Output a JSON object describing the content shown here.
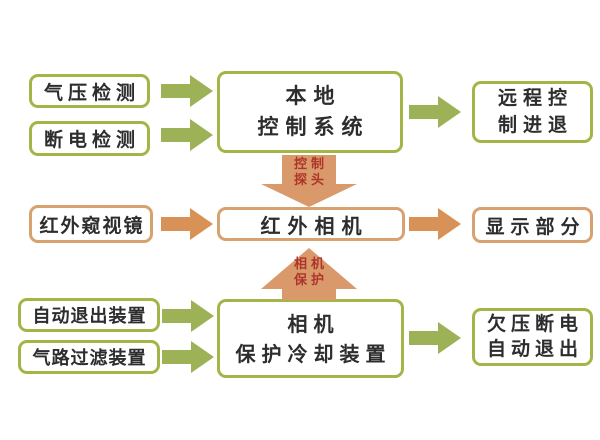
{
  "diagram": {
    "description": "infrared-camera control system flowchart",
    "boxes": {
      "pressure": {
        "label": "气压检测"
      },
      "power_off": {
        "label": "断电检测"
      },
      "local_control": {
        "line1": "本地",
        "line2": "控制系统"
      },
      "remote": {
        "line1": "远程控",
        "line2": "制进退"
      },
      "peep_mirror": {
        "label": "红外窥视镜"
      },
      "ir_camera": {
        "label": "红外相机"
      },
      "display": {
        "label": "显示部分"
      },
      "auto_exit": {
        "label": "自动退出装置"
      },
      "gas_filter": {
        "label": "气路过滤装置"
      },
      "cooling": {
        "line1": "相机",
        "line2": "保护冷却装置"
      },
      "undervoltage": {
        "line1": "欠压断电",
        "line2": "自动退出"
      }
    },
    "arrow_labels": {
      "control_probe": {
        "line1": "控制",
        "line2": "探头"
      },
      "camera_protect": {
        "line1": "相机",
        "line2": "保护"
      }
    },
    "colors": {
      "green_border": "#a4b548",
      "green_arrow": "#9db257",
      "orange_border": "#d8a170",
      "orange_arrow": "#d89258",
      "vertical_arrow": "#d9996a",
      "arrow_label_red": "#ae352b",
      "box_text": "#2d2d2d",
      "background": "#ffffff"
    }
  }
}
